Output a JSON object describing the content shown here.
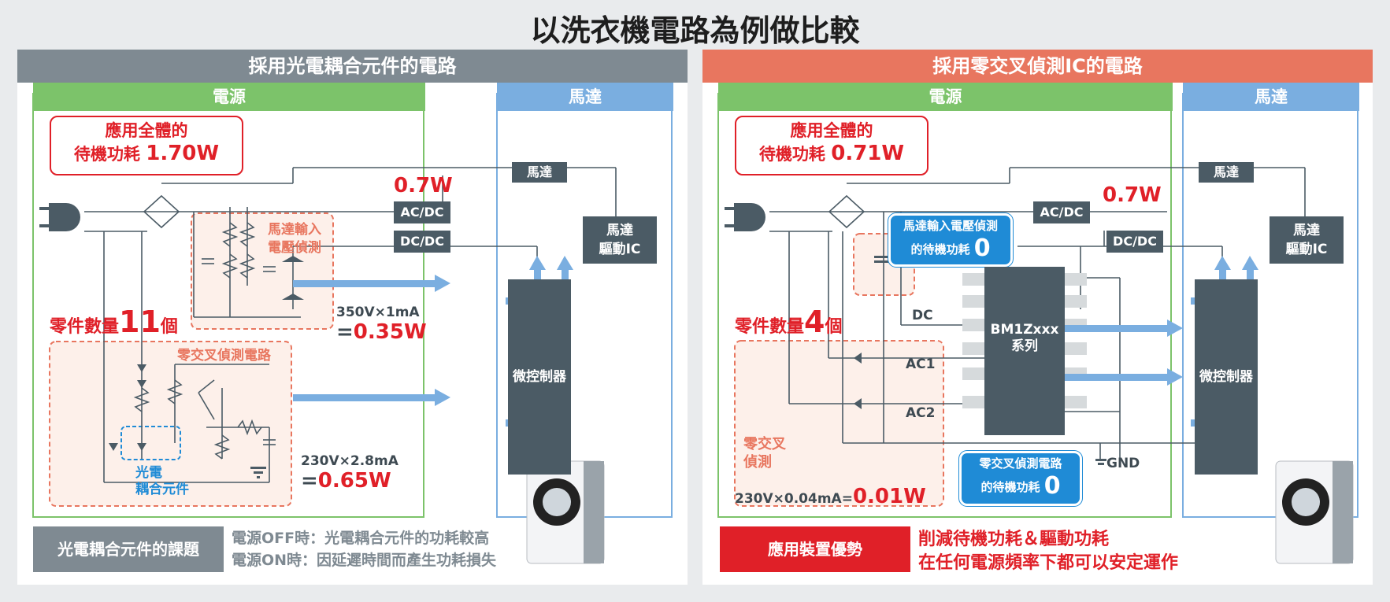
{
  "title": "以洗衣機電路為例做比較",
  "left": {
    "header": "採用光電耦合元件的電路",
    "power_label": "電源",
    "motor_label": "馬達",
    "standby_line1": "應用全體的",
    "standby_line2_prefix": "待機功耗",
    "standby_value": "1.70W",
    "motor_small": "馬達",
    "acdc": "AC/DC",
    "dcdc": "DC/DC",
    "power_07": "0.7W",
    "motor_driver": "馬達\n驅動IC",
    "motor_detect": "馬達輸入\n電壓偵測",
    "calc1_line1": "350V×1mA",
    "calc1_line2_prefix": "=",
    "calc1_value": "0.35W",
    "parts_prefix": "零件數量",
    "parts_count": "11",
    "parts_suffix": "個",
    "zero_cross": "零交叉偵測電路",
    "photocoupler": "光電\n耦合元件",
    "calc2_line1": "230V×2.8mA",
    "calc2_line2_prefix": "=",
    "calc2_value": "0.65W",
    "mcu": "微控制器",
    "issue_label": "光電耦合元件的課題",
    "issue_line1": "電源OFF時：光電耦合元件的功耗較高",
    "issue_line2": "電源ON時：因延遲時間而產生功耗損失"
  },
  "right": {
    "header": "採用零交叉偵測IC的電路",
    "power_label": "電源",
    "motor_label": "馬達",
    "standby_line1": "應用全體的",
    "standby_line2_prefix": "待機功耗",
    "standby_value": "0.71W",
    "motor_small": "馬達",
    "acdc": "AC/DC",
    "dcdc": "DC/DC",
    "power_07": "0.7W",
    "motor_driver": "馬達\n驅動IC",
    "bubble1_line1": "馬達輸入電壓偵測",
    "bubble1_line2": "的待機功耗",
    "bubble1_zero": "0",
    "parts_prefix": "零件數量",
    "parts_count": "4",
    "parts_suffix": "個",
    "dc": "DC",
    "ac1": "AC1",
    "ac2": "AC2",
    "ic": "BM1Zxxx\n系列",
    "mcu": "微控制器",
    "zero_cross": "零交叉\n偵測",
    "gnd": "GND",
    "bubble2_line1": "零交叉偵測電路",
    "bubble2_line2": "的待機功耗",
    "bubble2_zero": "0",
    "calc_prefix": "230V×0.04mA=",
    "calc_value": "0.01W",
    "merit_label": "應用裝置優勢",
    "merit_line1": "削減待機功耗＆驅動功耗",
    "merit_line2": "在任何電源頻率下都可以安定運作"
  },
  "colors": {
    "green": "#7cc36a",
    "blue": "#7aaee0",
    "orange": "#e8765f",
    "red": "#e02028",
    "slate": "#4b5b65",
    "grey_header": "#7f8a92"
  }
}
